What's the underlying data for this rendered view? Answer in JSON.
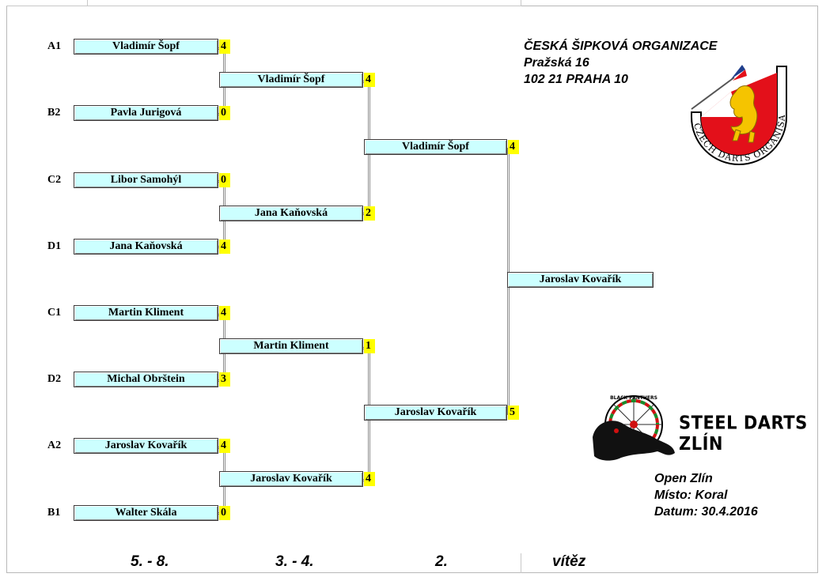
{
  "organization": {
    "name": "ČESKÁ ŠIPKOVÁ ORGANIZACE",
    "street": "Pražská 16",
    "city": "102 21 PRAHA 10",
    "logo_text": "CZECH DARTS ORGANISATION"
  },
  "club": {
    "name": "STEEL DARTS ZLÍN",
    "logo_text": "BLACK PANTHERS"
  },
  "event": {
    "name": "Open Zlín",
    "place": "Místo: Koral",
    "date": "Datum: 30.4.2016"
  },
  "round1": [
    {
      "seed": "A1",
      "player": "Vladimír Šopf",
      "score": "4"
    },
    {
      "seed": "B2",
      "player": "Pavla Jurigová",
      "score": "0"
    },
    {
      "seed": "C2",
      "player": "Libor Samohýl",
      "score": "0"
    },
    {
      "seed": "D1",
      "player": "Jana Kaňovská",
      "score": "4"
    },
    {
      "seed": "C1",
      "player": "Martin Kliment",
      "score": "4"
    },
    {
      "seed": "D2",
      "player": "Michal Obrštein",
      "score": "3"
    },
    {
      "seed": "A2",
      "player": "Jaroslav Kovařík",
      "score": "4"
    },
    {
      "seed": "B1",
      "player": "Walter Skála",
      "score": "0"
    }
  ],
  "round2": [
    {
      "player": "Vladimír Šopf",
      "score": "4"
    },
    {
      "player": "Jana Kaňovská",
      "score": "2"
    },
    {
      "player": "Martin Kliment",
      "score": "1"
    },
    {
      "player": "Jaroslav Kovařík",
      "score": "4"
    }
  ],
  "round3": [
    {
      "player": "Vladimír Šopf",
      "score": "4"
    },
    {
      "player": "Jaroslav Kovařík",
      "score": "5"
    }
  ],
  "winner": {
    "player": "Jaroslav Kovařík"
  },
  "round_labels": [
    "5. - 8.",
    "3. - 4.",
    "2.",
    "vítěz"
  ],
  "colors": {
    "player_box": "#ccffff",
    "score_box": "#ffff00",
    "logo_red": "#e3101a",
    "logo_blue": "#1f3e8c",
    "logo_gold": "#f5c400"
  }
}
